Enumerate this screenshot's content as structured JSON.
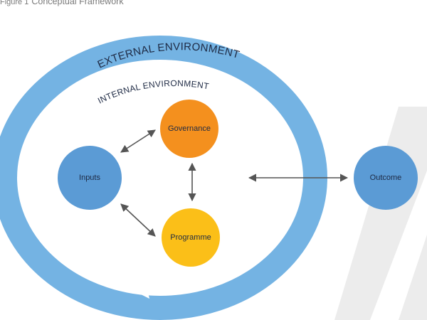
{
  "caption": {
    "figure_label": "Figure 1",
    "title": "Conceptual Framework"
  },
  "diagram": {
    "outer_ring_label": "EXTERNAL ENVIRONMENT",
    "inner_ring_label": "INTERNAL ENVIRONMENT",
    "nodes": [
      {
        "id": "inputs",
        "label": "Inputs",
        "color": "#5b9bd5"
      },
      {
        "id": "governance",
        "label": "Governance",
        "color": "#f4901e"
      },
      {
        "id": "programme",
        "label": "Programme",
        "color": "#fbbf18"
      },
      {
        "id": "outcome",
        "label": "Outcome",
        "color": "#5b9bd5"
      }
    ],
    "connections": [
      {
        "from": "inputs",
        "to": "governance",
        "direction": "both"
      },
      {
        "from": "inputs",
        "to": "programme",
        "direction": "both"
      },
      {
        "from": "governance",
        "to": "programme",
        "direction": "both"
      },
      {
        "from": "internal-environment",
        "to": "outcome",
        "direction": "both"
      }
    ],
    "colors": {
      "ring": "#74b3e3",
      "ring_dark": "#5a9fd4",
      "arrow": "#555555",
      "text": "#1e2a44",
      "background_stripe": "#e8e8e8"
    }
  }
}
